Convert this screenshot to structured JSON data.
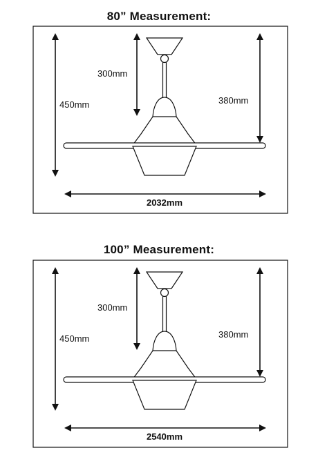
{
  "diagrams": [
    {
      "title": "80” Measurement:",
      "total_height": "450mm",
      "downrod_height": "300mm",
      "blade_height": "380mm",
      "width": "2032mm"
    },
    {
      "title": "100” Measurement:",
      "total_height": "450mm",
      "downrod_height": "300mm",
      "blade_height": "380mm",
      "width": "2540mm"
    }
  ]
}
